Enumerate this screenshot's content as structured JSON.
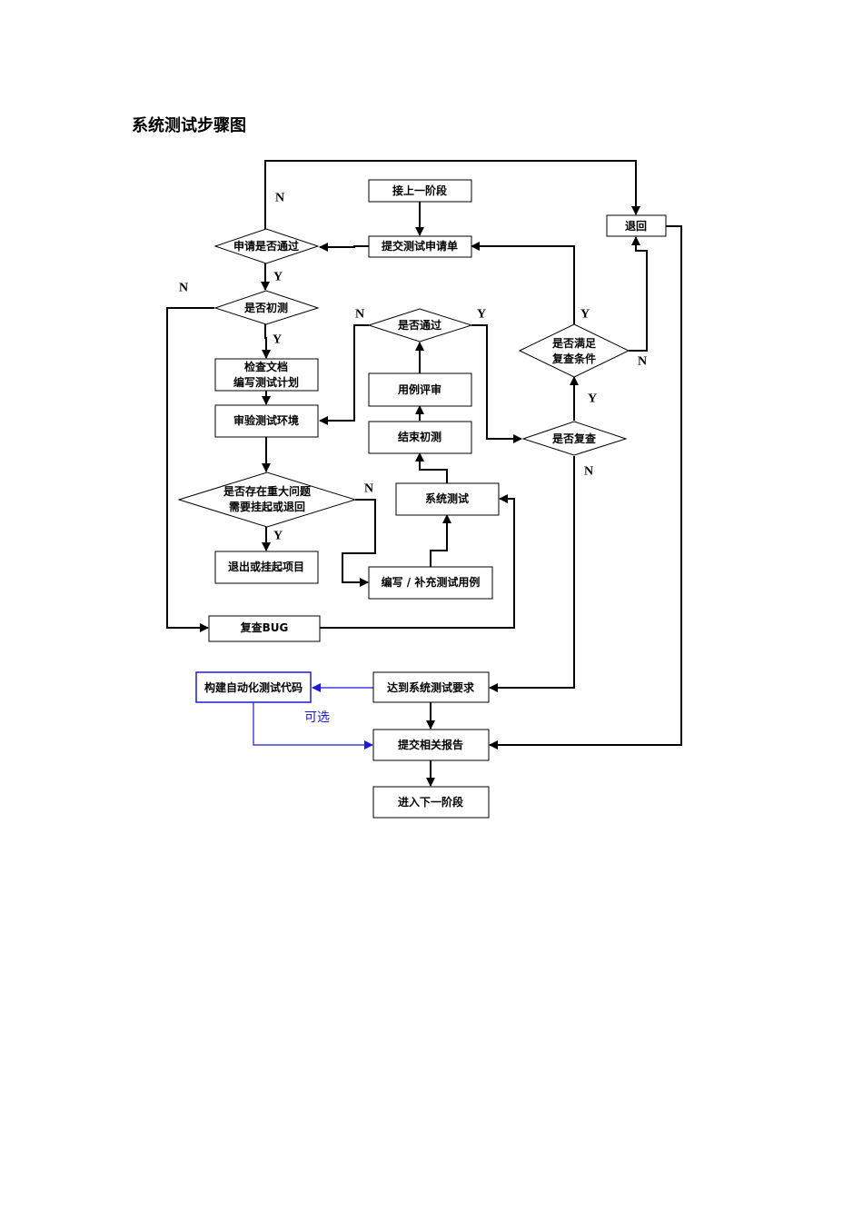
{
  "title": "系统测试步骤图",
  "nodes": {
    "prev_stage": "接上一阶段",
    "submit_request": "提交测试申请单",
    "request_passed": "申请是否通过",
    "is_initial_test": "是否初测",
    "check_docs_1": "检查文档",
    "check_docs_2": "编写测试计划",
    "verify_env": "审验测试环境",
    "major_issue_1": "是否存在重大问题",
    "major_issue_2": "需要挂起或退回",
    "exit_or_suspend": "退出或挂起项目",
    "review_bug": "复查BUG",
    "is_passed": "是否通过",
    "case_review": "用例评审",
    "end_initial": "结束初测",
    "system_test": "系统测试",
    "write_cases": "编写 / 补充测试用例",
    "is_retest": "是否复查",
    "meets_retest_1": "是否满足",
    "meets_retest_2": "复查条件",
    "return": "退回",
    "build_auto": "构建自动化测试代码",
    "reach_req": "达到系统测试要求",
    "submit_report": "提交相关报告",
    "next_stage": "进入下一阶段"
  },
  "labels": {
    "y": "Y",
    "n": "N",
    "optional": "可选"
  },
  "colors": {
    "line": "#000000",
    "optional": "#1a1adb"
  }
}
